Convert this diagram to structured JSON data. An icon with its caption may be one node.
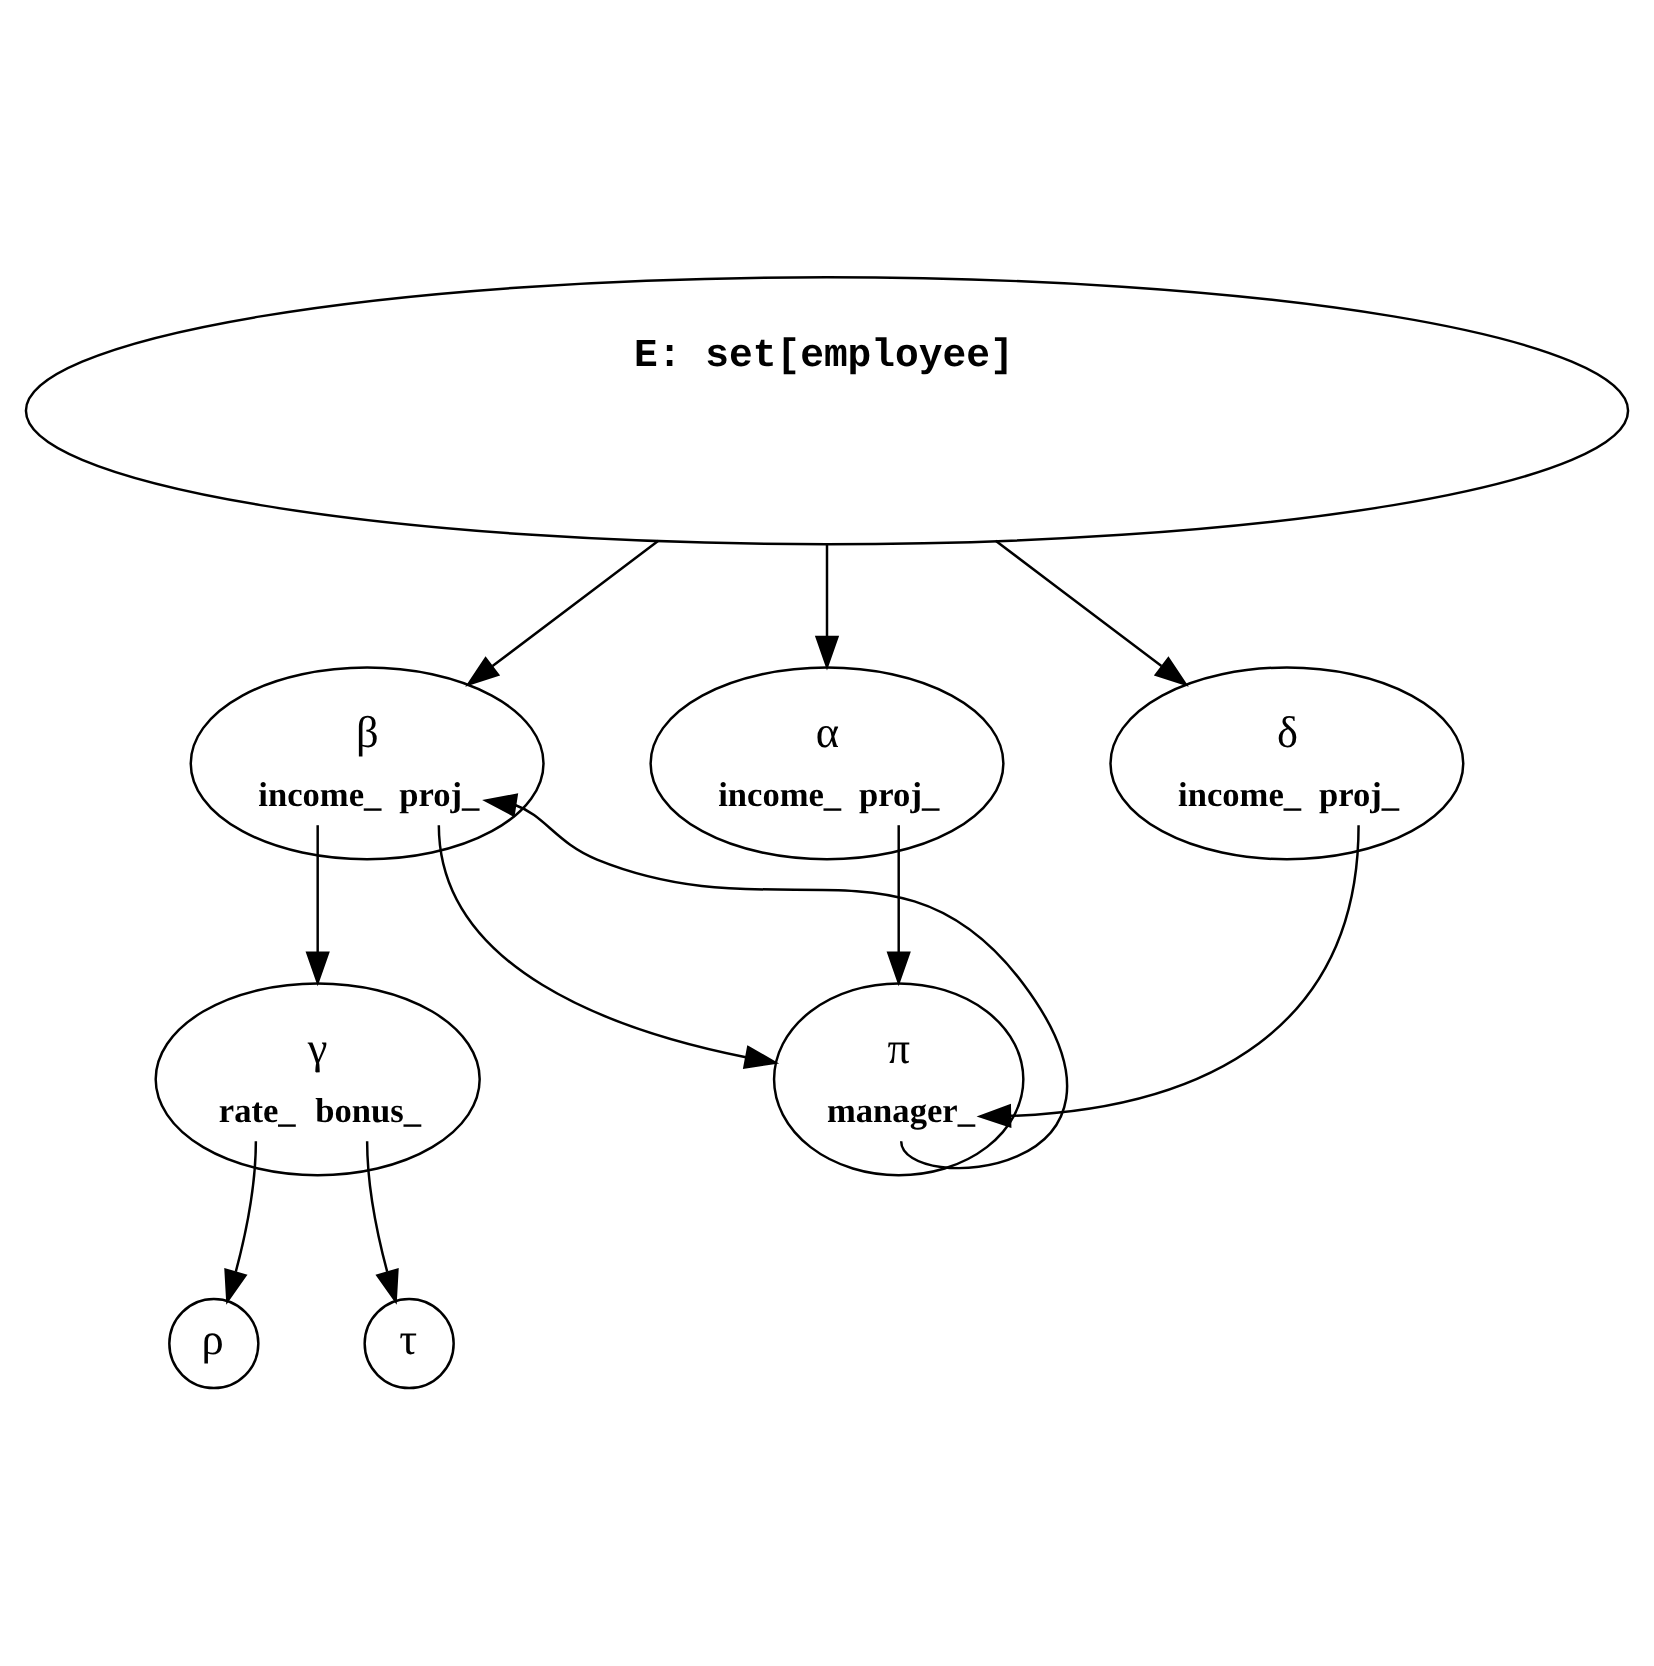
{
  "diagram": {
    "nodes": [
      {
        "text": [
          "E: set[employee]"
        ]
      },
      {
        "text": [
          "α",
          "income_",
          "proj_"
        ]
      },
      {
        "text": [
          "β",
          "income_",
          "proj_"
        ]
      },
      {
        "text": [
          "δ",
          "income_",
          "proj_"
        ]
      },
      {
        "text": [
          "γ",
          "rate_",
          "bonus_"
        ]
      },
      {
        "text": [
          "ρ"
        ]
      },
      {
        "text": [
          "τ"
        ]
      },
      {
        "text": [
          "π",
          "manager_"
        ]
      }
    ],
    "edges": [
      {
        "from": 0,
        "to": 1,
        "arrow": "to"
      },
      {
        "from": 0,
        "to": 2,
        "arrow": "to"
      },
      {
        "from": 0,
        "to": 3,
        "arrow": "to"
      },
      {
        "from": 2,
        "to": 4,
        "arrow": "to"
      },
      {
        "from": 4,
        "to": 5,
        "arrow": "to"
      },
      {
        "from": 4,
        "to": 6,
        "arrow": "to"
      },
      {
        "from": 1,
        "to": 7,
        "arrow": "to"
      },
      {
        "from": 2,
        "to": 7,
        "arrow": "to"
      },
      {
        "from": 3,
        "to": 7,
        "arrow": "to"
      },
      {
        "from": 7,
        "to": 2,
        "arrow": "to"
      }
    ]
  }
}
